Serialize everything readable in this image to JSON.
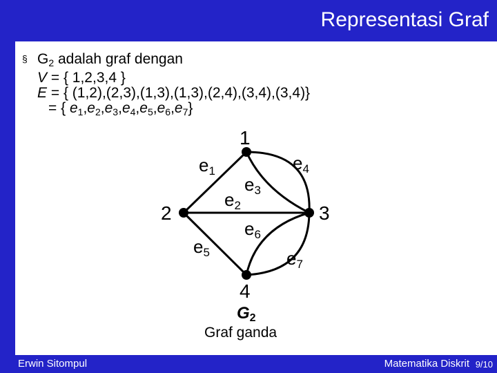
{
  "header": {
    "title": "Representasi Graf"
  },
  "bullet": {
    "symbol": "§",
    "intro_pre": "G",
    "intro_sub": "2",
    "intro_post": " adalah graf dengan",
    "v_label": "V",
    "v_set": " = { 1,2,3,4 }",
    "e_label": "E",
    "e_set": " = { (1,2),(2,3),(1,3),(1,3),(2,4),(3,4),(3,4)}",
    "e_prefix": "= { ",
    "edge_names": [
      {
        "base": "e",
        "sub": "1"
      },
      {
        "base": "e",
        "sub": "2"
      },
      {
        "base": "e",
        "sub": "3"
      },
      {
        "base": "e",
        "sub": "4"
      },
      {
        "base": "e",
        "sub": "5"
      },
      {
        "base": "e",
        "sub": "6"
      },
      {
        "base": "e",
        "sub": "7"
      }
    ],
    "e_suffix": "}"
  },
  "graph": {
    "vertices": [
      "1",
      "2",
      "3",
      "4"
    ],
    "edges": [
      {
        "base": "e",
        "sub": "1"
      },
      {
        "base": "e",
        "sub": "2"
      },
      {
        "base": "e",
        "sub": "3"
      },
      {
        "base": "e",
        "sub": "4"
      },
      {
        "base": "e",
        "sub": "5"
      },
      {
        "base": "e",
        "sub": "6"
      },
      {
        "base": "e",
        "sub": "7"
      }
    ]
  },
  "caption": {
    "name": "G",
    "name_sub": "2",
    "text": "Graf ganda"
  },
  "footer": {
    "author": "Erwin Sitompul",
    "course": "Matematika Diskrit",
    "page": "9/10"
  },
  "colors": {
    "bar": "#2323c8",
    "text": "#000000"
  }
}
